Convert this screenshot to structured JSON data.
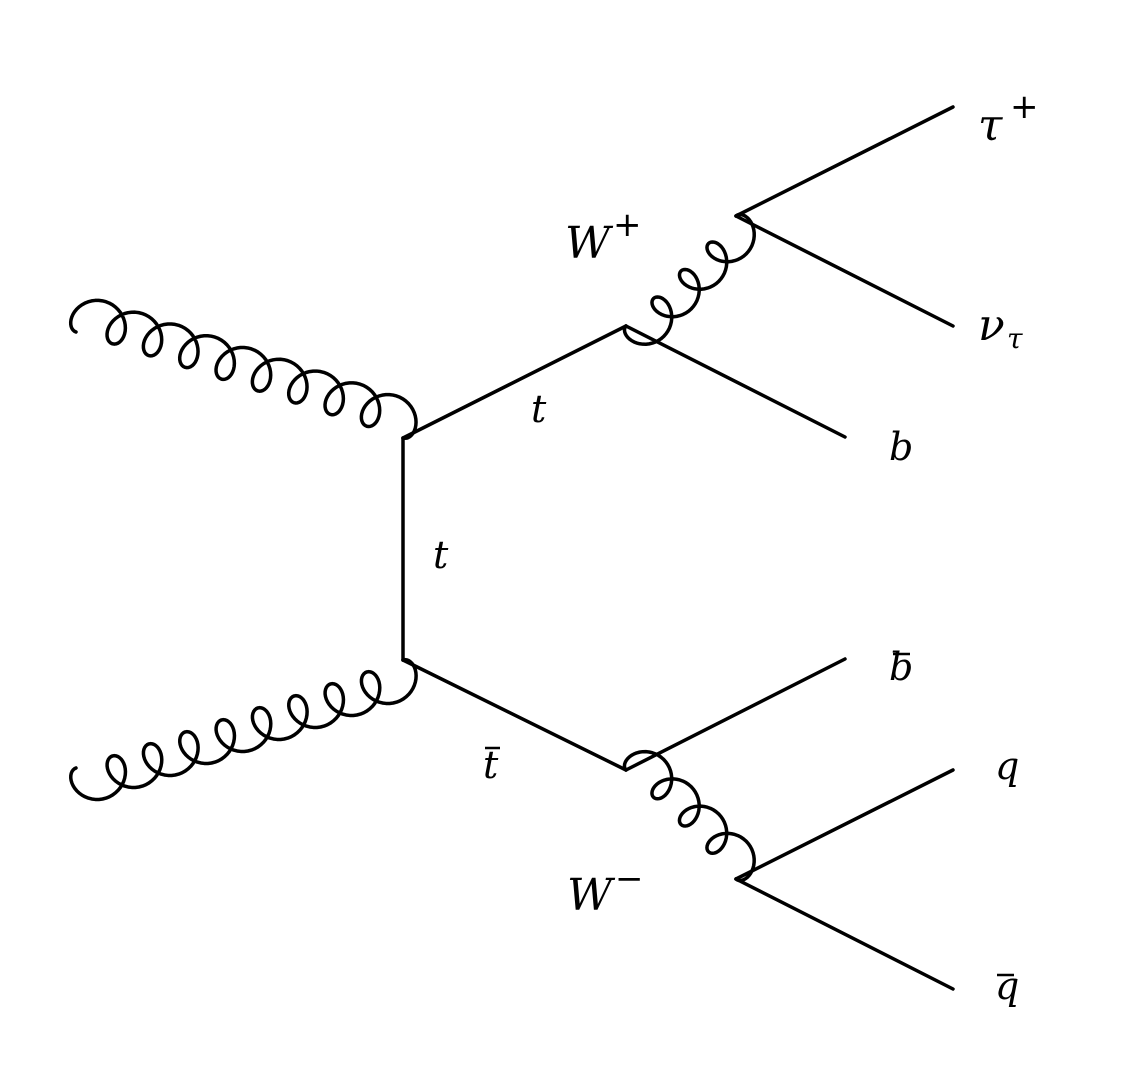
{
  "diagram": {
    "labels": {
      "tau_base": "τ",
      "tau_sup": "+",
      "nu_base": "ν",
      "nu_sub": "τ",
      "wplus_base": "W",
      "wplus_sup": "+",
      "wminus_base": "W",
      "wminus_sup": "−",
      "top_upper": "t",
      "top_propagator": "t",
      "top_lower": "t",
      "b": "b",
      "bbar": "b",
      "q": "q",
      "qbar": "q"
    }
  }
}
